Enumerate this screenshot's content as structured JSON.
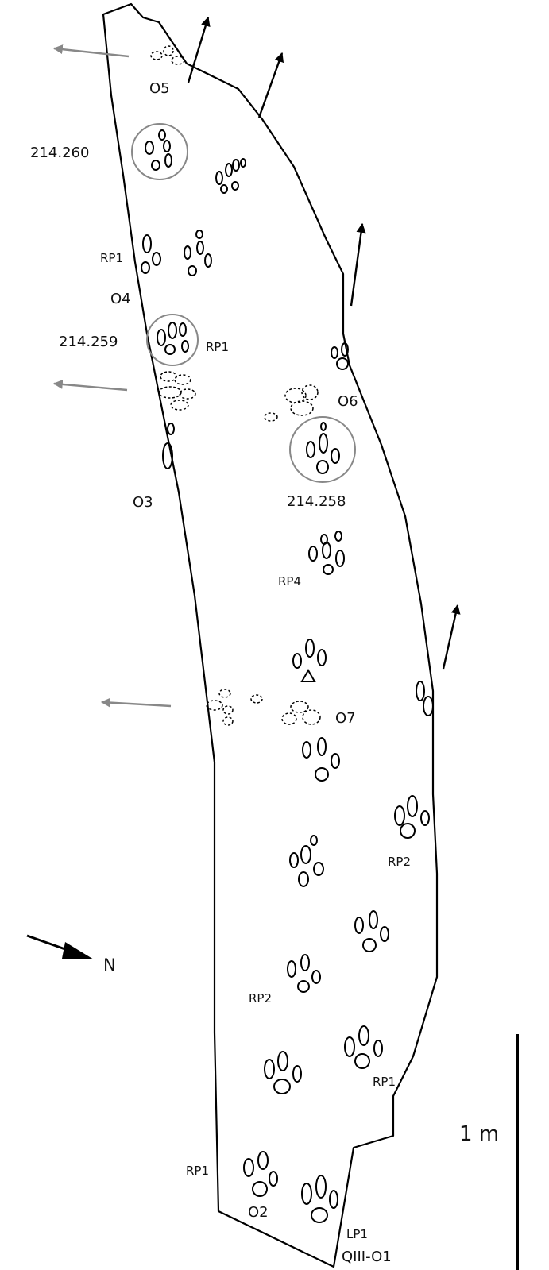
{
  "labels": {
    "o5": "O5",
    "specimen_260": "214.260",
    "rp1_upper": "RP1",
    "o4": "O4",
    "specimen_259": "214.259",
    "rp1_circle": "RP1",
    "o6": "O6",
    "o3": "O3",
    "specimen_258": "214.258",
    "rp4": "RP4",
    "o7": "O7",
    "rp2_right": "RP2",
    "north": "N",
    "rp2_left": "RP2",
    "rp1_lower_right": "RP1",
    "scale": "1 m",
    "rp1_bottom": "RP1",
    "o2": "O2",
    "lp1": "LP1",
    "qiii_o1": "QIII-O1"
  },
  "colors": {
    "outline": "#000000",
    "specimen_ring": "#888888",
    "grey_arrow": "#888888",
    "text": "#111111"
  }
}
